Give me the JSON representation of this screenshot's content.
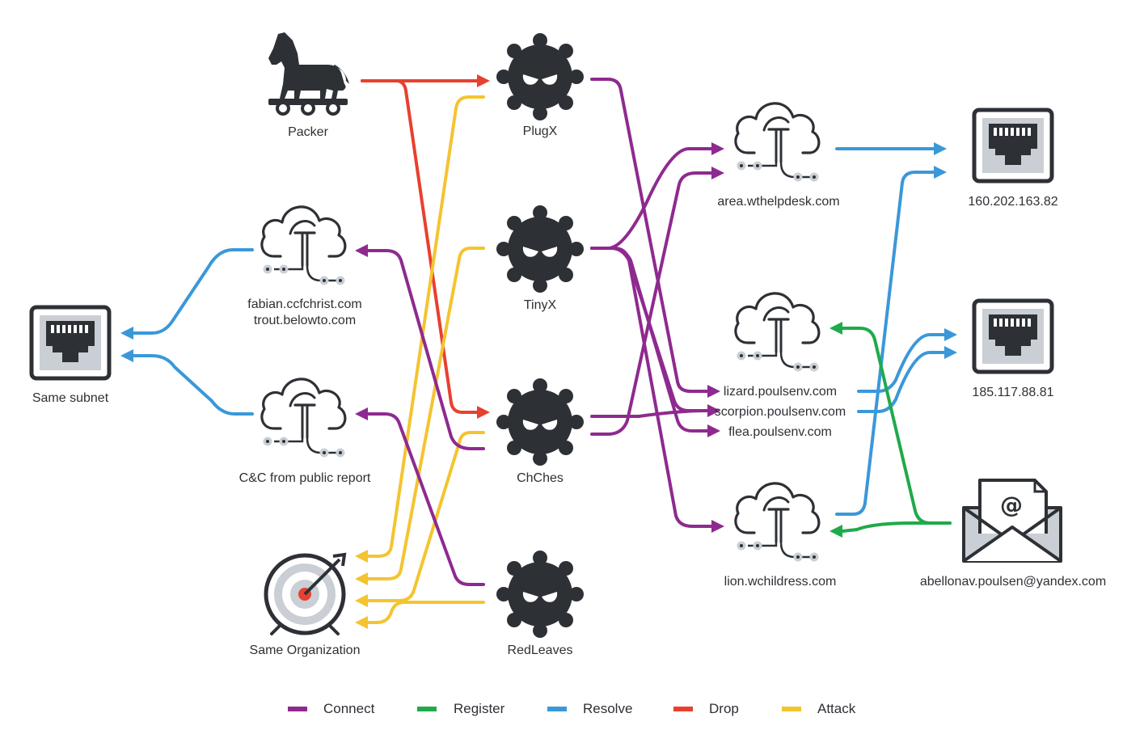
{
  "colors": {
    "connect": "#8e2a8f",
    "register": "#1faa4b",
    "resolve": "#3a98d8",
    "drop": "#e8402f",
    "attack": "#f4c430",
    "icon_dark": "#2d3035",
    "icon_light": "#c9cfd4"
  },
  "nodes": {
    "packer": {
      "label": "Packer",
      "icon": "trojan-horse-icon"
    },
    "plugx": {
      "label": "PlugX",
      "icon": "malware-icon"
    },
    "tinyx": {
      "label": "TinyX",
      "icon": "malware-icon"
    },
    "chches": {
      "label": "ChChes",
      "icon": "malware-icon"
    },
    "redleaves": {
      "label": "RedLeaves",
      "icon": "malware-icon"
    },
    "fabian": {
      "label_line1": "fabian.ccfchrist.com",
      "label_line2": "trout.belowto.com",
      "icon": "cloud-domain-icon"
    },
    "cc_public": {
      "label": "C&C from public report",
      "icon": "cloud-domain-icon"
    },
    "same_subnet": {
      "label": "Same subnet",
      "icon": "network-port-icon"
    },
    "same_org": {
      "label": "Same Organization",
      "icon": "target-icon"
    },
    "area": {
      "label": "area.wthelpdesk.com",
      "icon": "cloud-domain-icon"
    },
    "lizard_group": {
      "label_line1": "lizard.poulsenv.com",
      "label_line2": "scorpion.poulsenv.com",
      "label_line3": "flea.poulsenv.com",
      "icon": "cloud-domain-icon"
    },
    "lion": {
      "label": "lion.wchildress.com",
      "icon": "cloud-domain-icon"
    },
    "ip1": {
      "label": "160.202.163.82",
      "icon": "network-port-icon"
    },
    "ip2": {
      "label": "185.117.88.81",
      "icon": "network-port-icon"
    },
    "email": {
      "label": "abellonav.poulsen@yandex.com",
      "icon": "email-envelope-icon"
    }
  },
  "legend": [
    {
      "key": "connect",
      "label": "Connect"
    },
    {
      "key": "register",
      "label": "Register"
    },
    {
      "key": "resolve",
      "label": "Resolve"
    },
    {
      "key": "drop",
      "label": "Drop"
    },
    {
      "key": "attack",
      "label": "Attack"
    }
  ]
}
